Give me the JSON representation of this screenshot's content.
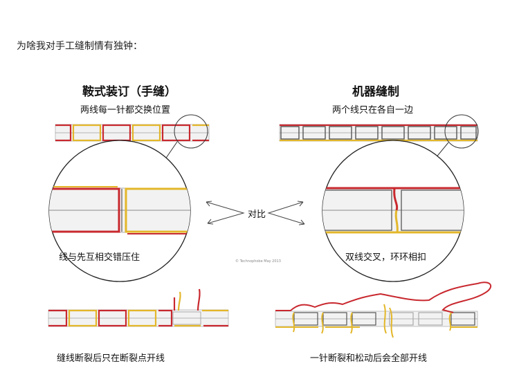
{
  "intro": "为啥我对手工缝制情有独钟：",
  "left": {
    "title": "鞍式装订（手缝）",
    "subtitle": "两线每一针都交换位置",
    "zoom_label": "线与先互相交错压住",
    "broken_label": "缝线断裂后只在断裂点开线"
  },
  "right": {
    "title": "机器缝制",
    "subtitle": "两个线只在各自一边",
    "zoom_label": "双线交叉，环环相扣",
    "broken_label": "一针断裂和松动后会全部开线"
  },
  "compare_label": "对比",
  "credit": "© Technophobe May 2013",
  "colors": {
    "red": "#c8282e",
    "yellow": "#e3b72a",
    "strip": "#f2f2f2",
    "outline": "#555555"
  }
}
